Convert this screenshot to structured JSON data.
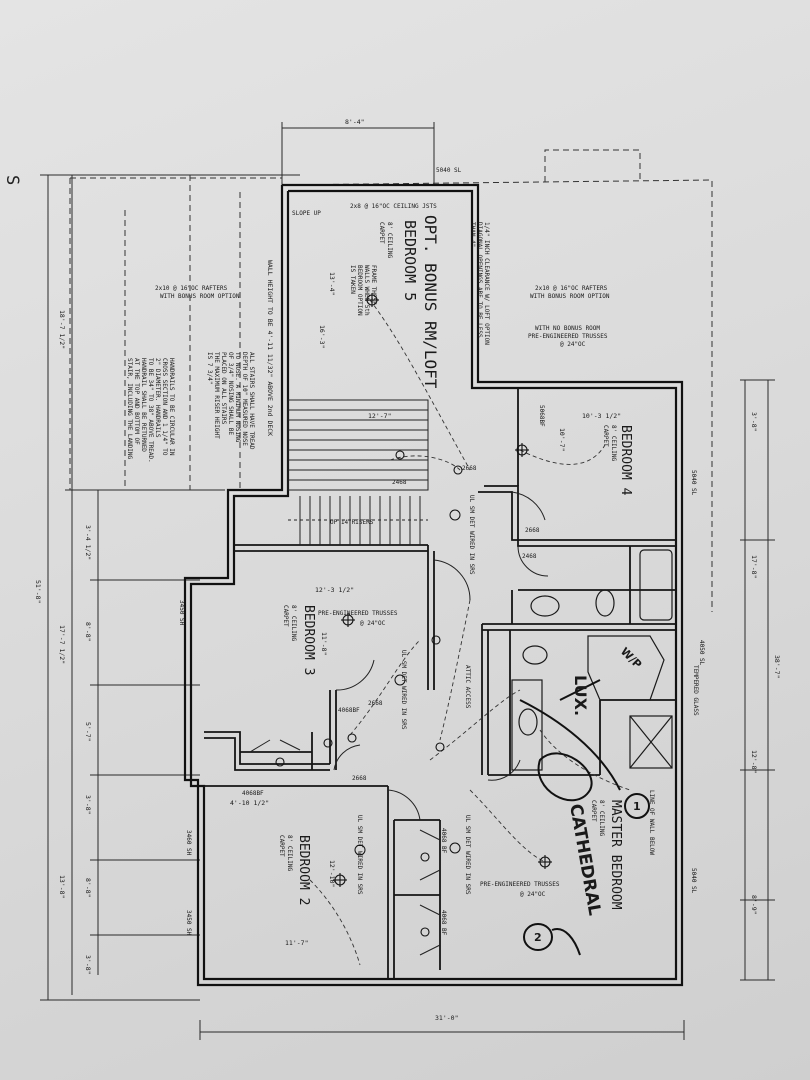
{
  "sheet_title": "SECOND FLOOR PLAN",
  "rooms": {
    "bonus": {
      "line1": "OPT. BONUS RM/LOFT",
      "line2": "BEDROOM 5",
      "ceiling": "8' CEILING",
      "finish": "CARPET"
    },
    "bedroom4": {
      "name": "BEDROOM 4",
      "ceiling": "8' CEILING",
      "finish": "CARPET"
    },
    "bedroom3": {
      "name": "BEDROOM 3",
      "ceiling": "8' CEILING",
      "finish": "CARPET"
    },
    "bedroom2": {
      "name": "BEDROOM 2",
      "ceiling": "8' CEILING",
      "finish": "CARPET"
    },
    "master": {
      "name": "MASTER BEDROOM",
      "ceiling": "8' CEILING",
      "finish": "CARPET"
    }
  },
  "dimensions": {
    "top_bump": "8'-4\"",
    "bonus_height": "13'-4\"",
    "bonus_width": "12'-7\"",
    "bonus_depth": "16'-3\"",
    "b4_width": "10'-3 1/2\"",
    "b4_depth": "10'-7\"",
    "b3_width": "12'-3 1/2\"",
    "b3_depth": "11'-8\"",
    "b2_width": "11'-7\"",
    "b2_depth": "12'-10\"",
    "b2_sub": "4'-10 1/2\"",
    "overall_width": "31'-0\"",
    "overall_left": "51'-8\"",
    "left_a": "18'-7 1/2\"",
    "left_b": "17'-7 1/2\"",
    "left_c": "13'-8\"",
    "right_a": "38'-7\"",
    "right_b": "17'-8\"",
    "right_c": "12'-8\"",
    "right_d": "8'-9\"",
    "right_e": "3'-8\"",
    "seg_a": "3'-4 1/2\"",
    "seg_b": "8'-8\"",
    "seg_c": "5'-7\"",
    "seg_d": "3'-8\"",
    "seg_e": "8'-8\"",
    "seg_f": "3'-8\""
  },
  "notes": {
    "rafters_left_1": "2x10 @ 16\"OC RAFTERS",
    "rafters_left_2": "WITH BONUS ROOM OPTION",
    "rafters_right_1": "2x10 @ 16\"OC RAFTERS",
    "rafters_right_2": "WITH BONUS ROOM OPTION",
    "no_bonus_1": "WITH NO BONUS ROOM",
    "no_bonus_2": "PRE-ENGINEERED TRUSSES",
    "no_bonus_3": "@ 24\"OC",
    "ceiling_jsts": "2x8 @ 16\"OC CEILING JSTS",
    "slope_up": "SLOPE UP",
    "wall_height": "WALL HEIGHT TO BE 4'-11 11/32\" ABOVE 2nd DECK",
    "stairs_1": "ALL STAIRS SHALL HAVE TREAD",
    "stairs_2": "DEPTH OF 10\" MEASURED NOSE",
    "stairs_3": "TO NOSE. A MINIMUM NOSING",
    "stairs_4": "OF 3/4\" NOSING SHALL BE",
    "stairs_5": "PLACED ON ALL STAIRS",
    "stairs_6": "THE MAXIMUM RISER HEIGHT",
    "stairs_7": "IS 7 3/4\"",
    "hand_1": "HANDRAILS TO BE CIRCULAR IN",
    "hand_2": "CROSS SECTION AND 1 1/4\" TO",
    "hand_3": "2\" DIAMETER. HANDRAILS",
    "hand_4": "TO BE 34\" TO 38\" ABOVE TREAD.",
    "hand_5": "HANDRAIL SHALL BE RETURNED",
    "hand_6": "AT THE TOP AND BOTTOM OF",
    "hand_7": "STAIR, INCLUDING THE LANDING",
    "frame_1": "FRAME THESE",
    "frame_2": "WALLS WHEN 5th",
    "frame_3": "BEDROOM OPTION",
    "frame_4": "IS TAKEN",
    "diag_1": "1/4\" INCH CLEARANCE W/ LOFT OPTION",
    "diag_2": "DIAGONAL OPENINGS ARE TO BE LESS",
    "diag_3": "THAN 4\"",
    "pre_eng_1": "PRE-ENGINEERED TRUSSES",
    "pre_eng_1b": "@ 24\"OC",
    "pre_eng_2": "PRE-ENGINEERED TRUSSES",
    "pre_eng_2b": "@ 24\"OC",
    "riser": "UP 14 RISERS",
    "smoke_1": "UL SM DET WIRED IN SRS",
    "smoke_2": "UL SM DET WIRED IN SRS",
    "smoke_3": "UL SM DET WIRED IN SRS",
    "smoke_4": "UL SM DET WIRED IN SRS",
    "attic": "ATTIC ACCESS",
    "tempered": "TEMPERED GLASS",
    "wall_below": "LINE OF WALL BELOW"
  },
  "windows": {
    "w1": "5040 SL",
    "w2": "5040 SL",
    "w3": "3450 SH",
    "w4": "3460 SH",
    "w5": "3450 SH",
    "w6": "5040 SL",
    "w7": "4050 SL"
  },
  "doors": {
    "d1": "2468",
    "d2": "2668",
    "d3": "2468",
    "d4": "2668",
    "d5": "4068BF",
    "d6": "4068BF",
    "d7": "2668",
    "d8": "4068 BF",
    "d9": "4068 BF",
    "d10": "2668",
    "d11": "5068BF"
  },
  "annotations": {
    "lux": "LUX.",
    "cathedral": "CATHEDRAL",
    "wp": "W/P",
    "marker_1": "1",
    "marker_2": "2"
  }
}
